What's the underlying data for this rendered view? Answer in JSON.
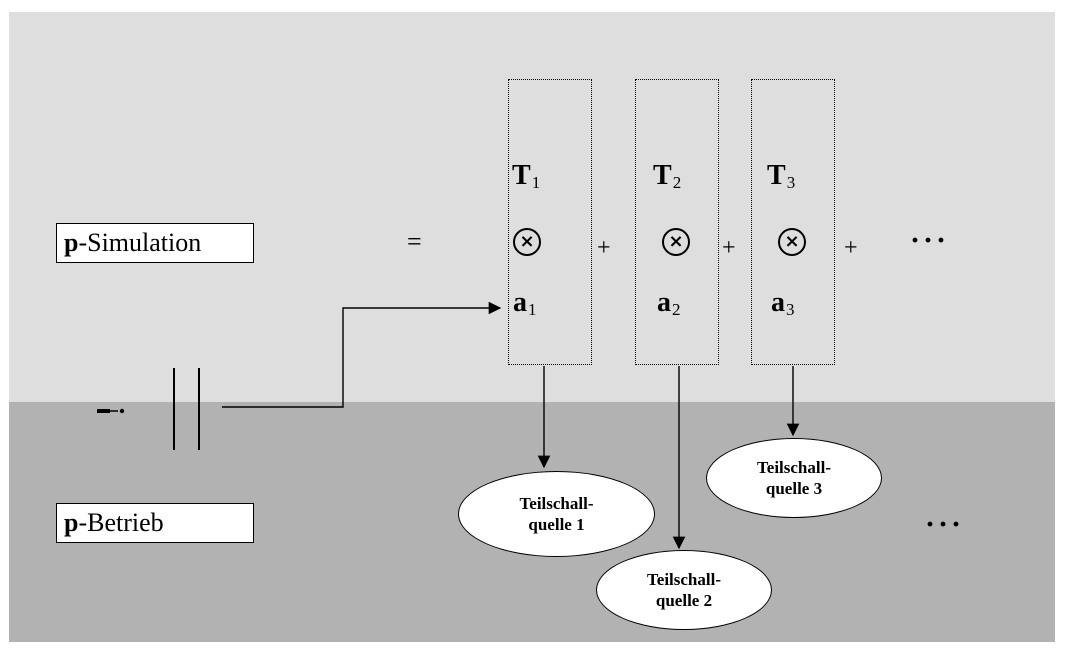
{
  "left_labels": {
    "simulation": {
      "bold": "p",
      "rest": "-Simulation"
    },
    "betrieb": {
      "bold": "p",
      "rest": "-Betrieb"
    }
  },
  "equation": {
    "equals": "=",
    "plus": "+",
    "ellipsis": "···",
    "otimes": "×",
    "columns": [
      {
        "t": "T",
        "t_sub": "1",
        "a": "a",
        "a_sub": "1"
      },
      {
        "t": "T",
        "t_sub": "2",
        "a": "a",
        "a_sub": "2"
      },
      {
        "t": "T",
        "t_sub": "3",
        "a": "a",
        "a_sub": "3"
      }
    ]
  },
  "sources": [
    {
      "line1": "Teilschall-",
      "line2": "quelle 1"
    },
    {
      "line1": "Teilschall-",
      "line2": "quelle 2"
    },
    {
      "line1": "Teilschall-",
      "line2": "quelle 3"
    }
  ],
  "colors": {
    "upper_band": "#dedede",
    "lower_band": "#b2b2b2"
  }
}
